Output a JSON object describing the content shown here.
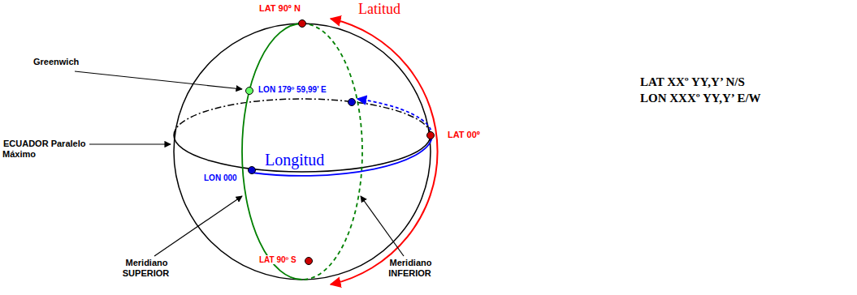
{
  "diagram": {
    "labels": [
      "LAT 90º N",
      "Latitud",
      "Greenwich",
      "LON 179º 59,99’ E",
      "LAT 00º",
      "ECUADOR Paralelo Máximo",
      "Longitud",
      "LON 000",
      "Meridiano SUPERIOR",
      "LAT 90º S",
      "Meridiano INFERIOR",
      "LAT XXº YY,Y’ N/S",
      "LON XXXº YY,Y’ E/W"
    ]
  }
}
